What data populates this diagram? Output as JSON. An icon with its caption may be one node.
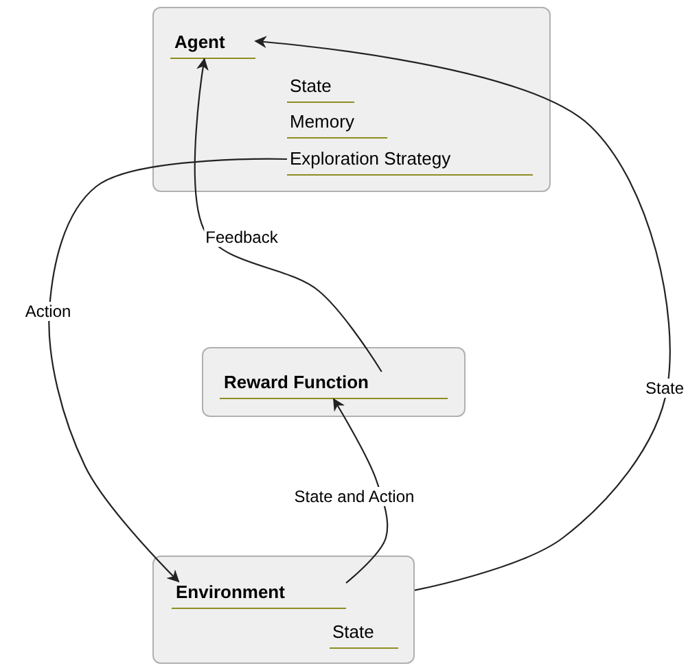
{
  "diagram": {
    "nodes": [
      {
        "text": [
          "Agent"
        ]
      },
      {
        "text": [
          "State"
        ],
        "in": 0
      },
      {
        "text": [
          "Memory"
        ],
        "in": 0
      },
      {
        "text": [
          "Exploration Strategy"
        ],
        "in": 0
      },
      {
        "text": [
          "Reward Function"
        ]
      },
      {
        "text": [
          "Environment"
        ]
      },
      {
        "text": [
          "State"
        ],
        "in": 5
      }
    ],
    "edges": [
      {
        "from": 3,
        "to": 5,
        "arrow": "to",
        "label": "Action"
      },
      {
        "from": 4,
        "to": 0,
        "arrow": "to",
        "label": "Feedback"
      },
      {
        "from": 5,
        "to": 0,
        "arrow": "to",
        "label": "State"
      },
      {
        "from": 5,
        "to": 4,
        "arrow": "to",
        "label": "State and Action"
      }
    ]
  }
}
